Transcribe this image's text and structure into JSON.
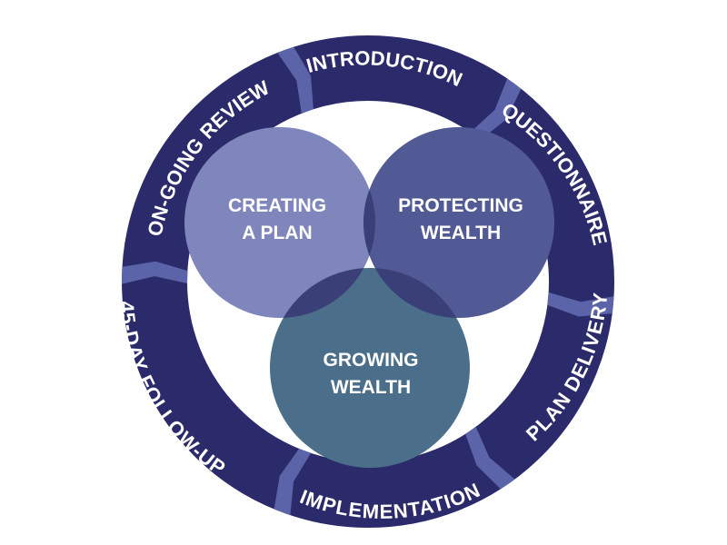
{
  "colors": {
    "ring": "#2b2a6b",
    "chevron": "#5b64a8",
    "circle_left": "#7f86bb",
    "circle_right": "#525a95",
    "circle_bottom": "#4b6f8b",
    "overlap_pair": "#3a3f78",
    "overlap_center": "#2a3563",
    "text": "#ffffff"
  },
  "process_steps": [
    {
      "label": "INTRODUCTION"
    },
    {
      "label": "QUESTIONNAIRE"
    },
    {
      "label": "PLAN DELIVERY"
    },
    {
      "label": "IMPLEMENTATION"
    },
    {
      "label": "45-DAY FOLLOW-UP"
    },
    {
      "label": "ON-GOING REVIEW"
    }
  ],
  "core_circles": [
    {
      "id": "creating",
      "line1": "CREATING",
      "line2": "A PLAN"
    },
    {
      "id": "protecting",
      "line1": "PROTECTING",
      "line2": "WEALTH"
    },
    {
      "id": "growing",
      "line1": "GROWING",
      "line2": "WEALTH"
    }
  ]
}
